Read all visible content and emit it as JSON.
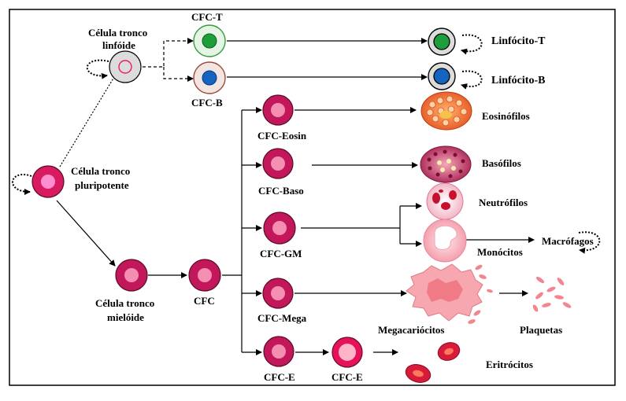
{
  "labels": {
    "pluripotent_line1": "Célula tronco",
    "pluripotent_line2": "pluripotente",
    "lymphoid_line1": "Célula tronco",
    "lymphoid_line2": "linfóide",
    "myeloid_line1": "Célula tronco",
    "myeloid_line2": "mielóide",
    "cfc": "CFC",
    "cfc_t": "CFC-T",
    "cfc_b": "CFC-B",
    "cfc_eosin": "CFC-Eosin",
    "cfc_baso": "CFC-Baso",
    "cfc_gm": "CFC-GM",
    "cfc_mega": "CFC-Mega",
    "cfc_e1": "CFC-E",
    "cfc_e2": "CFC-E",
    "linfocito_t": "Linfócito-T",
    "linfocito_b": "Linfócito-B",
    "eosinofilos": "Eosinófilos",
    "basofilos": "Basófilos",
    "neutrofilos": "Neutrófilos",
    "monocitos": "Monócitos",
    "macrofagos": "Macrófagos",
    "megacariocitos": "Megacariócitos",
    "plaquetas": "Plaquetas",
    "eritrocitos": "Eritrócitos"
  },
  "colors": {
    "stem_outer": "#d81b60",
    "stem_inner": "#ff7fbf",
    "cfc_outer": "#c2185b",
    "cfc_inner": "#f48fb1",
    "lymph_fill": "#dcdcdc",
    "t_nucleus": "#1e9e3a",
    "b_nucleus": "#1565c0",
    "border": "#000000"
  }
}
